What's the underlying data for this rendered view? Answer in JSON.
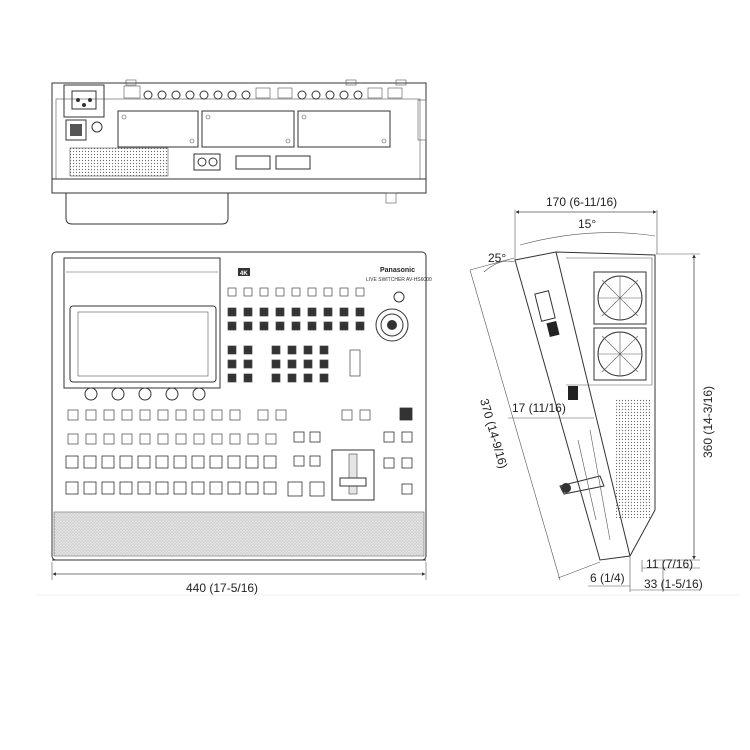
{
  "dimensions": {
    "width": "440 (17-5/16)",
    "depth": "170 (6-11/16)",
    "height_back": "360 (14-3/16)",
    "slope_length": "370 (14-9/16)",
    "front_offset": "17 (11/16)",
    "foot_height": "6 (1/4)",
    "panel_offset": "11 (7/16)",
    "foot_depth": "33 (1-5/16)",
    "angle_top": "15°",
    "angle_side": "25°"
  },
  "panel_text": {
    "brand": "Panasonic",
    "model": "LIVE SWITCHER  AV-HS6000",
    "badge": "4K"
  }
}
